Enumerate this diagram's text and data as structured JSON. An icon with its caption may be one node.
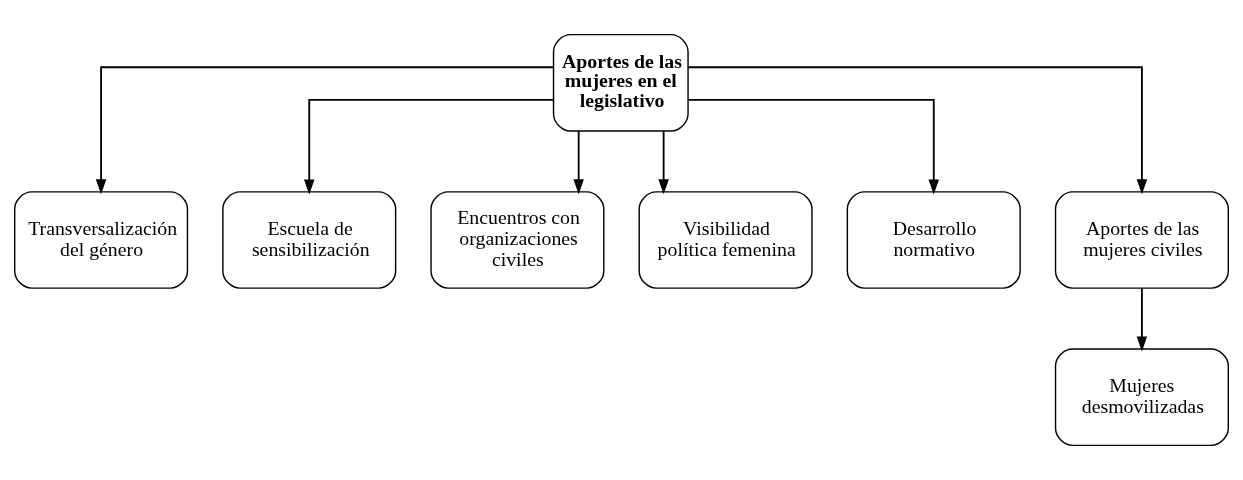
{
  "diagram": {
    "nodes": [
      {
        "text": [
          "Aportes de las mujeres en el legislativo"
        ]
      },
      {
        "text": [
          "Transversalización del género"
        ]
      },
      {
        "text": [
          "Escuela de sensibilización"
        ]
      },
      {
        "text": [
          "Encuentros con organizaciones civiles"
        ]
      },
      {
        "text": [
          "Visibilidad política femenina"
        ]
      },
      {
        "text": [
          "Desarrollo normativo"
        ]
      },
      {
        "text": [
          "Aportes de las mujeres civiles"
        ]
      },
      {
        "text": [
          "Mujeres desmovilizadas"
        ]
      }
    ],
    "edges": [
      {
        "from": 0,
        "to": 1,
        "arrow": "to"
      },
      {
        "from": 0,
        "to": 2,
        "arrow": "to"
      },
      {
        "from": 0,
        "to": 3,
        "arrow": "to"
      },
      {
        "from": 0,
        "to": 4,
        "arrow": "to"
      },
      {
        "from": 0,
        "to": 5,
        "arrow": "to"
      },
      {
        "from": 0,
        "to": 6,
        "arrow": "to"
      },
      {
        "from": 6,
        "to": 7,
        "arrow": "to"
      }
    ]
  }
}
